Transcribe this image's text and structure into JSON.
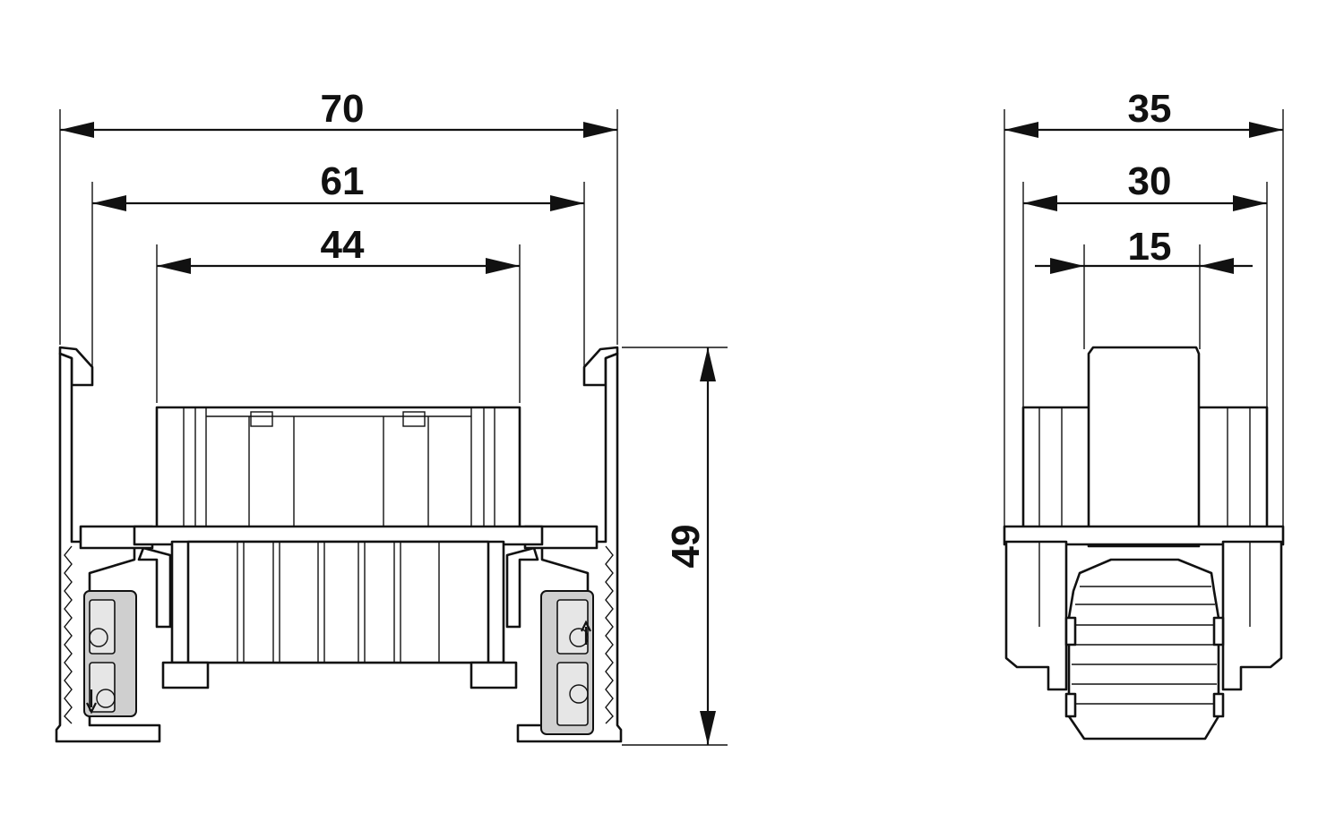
{
  "front_view": {
    "dim_overall_width": "70",
    "dim_rail_width": "61",
    "dim_insert_width": "44",
    "dim_height": "49"
  },
  "side_view": {
    "dim_overall_depth": "35",
    "dim_rail_depth": "30",
    "dim_insert_depth": "15"
  }
}
